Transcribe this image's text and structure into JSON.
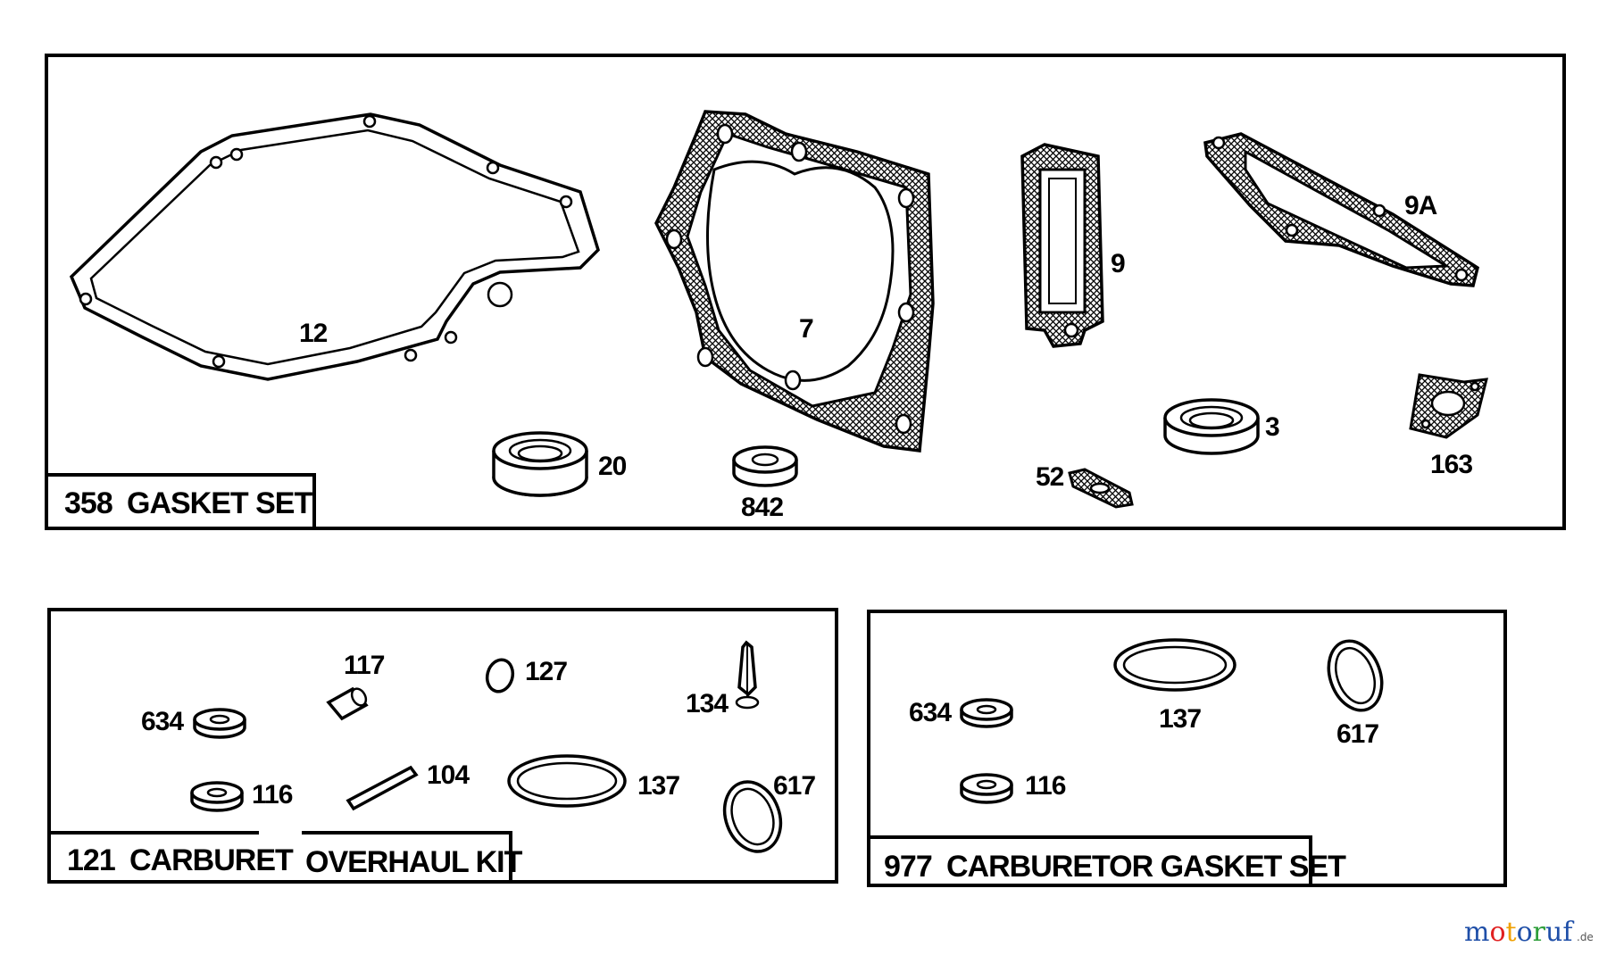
{
  "kits": [
    {
      "title_no": "358",
      "title_text": "GASKET SET",
      "parts": [
        "12",
        "7",
        "9",
        "9A",
        "20",
        "842",
        "52",
        "3",
        "163"
      ]
    },
    {
      "title_no": "121",
      "title_text_a": "CARBURET",
      "title_text_b": "OVERHAUL KIT",
      "parts": [
        "117",
        "127",
        "134",
        "634",
        "116",
        "104",
        "137",
        "617"
      ]
    },
    {
      "title_no": "977",
      "title_text": "CARBURETOR GASKET SET",
      "parts": [
        "634",
        "137",
        "617",
        "116"
      ]
    }
  ],
  "watermark": {
    "letters": [
      "m",
      "o",
      "t",
      "o",
      "r",
      "u",
      "f"
    ],
    "colors": [
      "#1f4fa8",
      "#e02020",
      "#f0a000",
      "#1f4fa8",
      "#2e9e3a",
      "#1f4fa8",
      "#1f4fa8"
    ],
    "suffix": ".de"
  }
}
